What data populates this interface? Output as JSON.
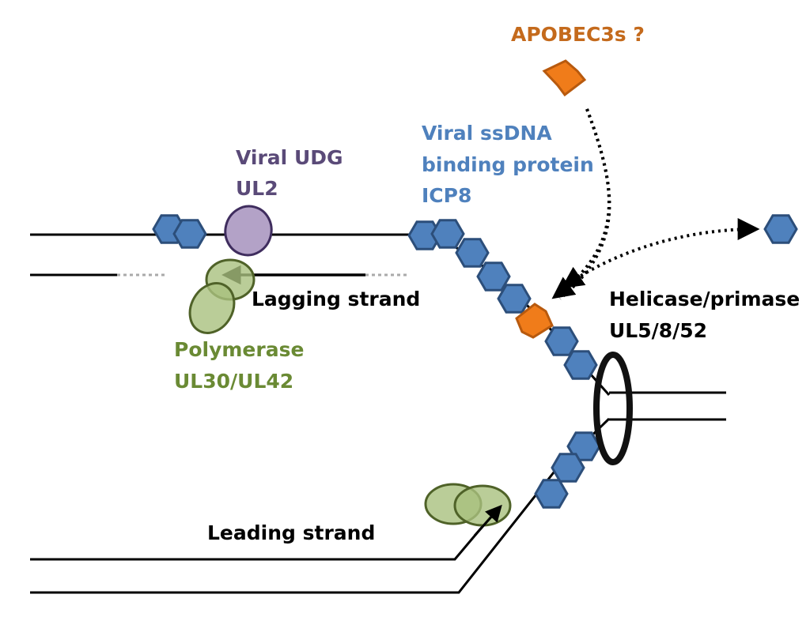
{
  "colors": {
    "strand": "#000000",
    "udg_fill": "#B3A2C7",
    "udg_stroke": "#3F2D5E",
    "udg_text": "#5A4A78",
    "polymerase_fill": "#A9C17E",
    "polymerase_stroke": "#4F6228",
    "polymerase_text": "#6A8A34",
    "ssb_fill": "#4F81BD",
    "ssb_stroke": "#2C4E7A",
    "ssb_text": "#4F81BD",
    "apobec_fill": "#F07C1A",
    "apobec_stroke": "#B85A0E",
    "apobec_text": "#C46A1C",
    "helicase_text": "#000000",
    "dotted_line": "#aaaaaa"
  },
  "labels": {
    "apobec": "APOBEC3s ?",
    "ssb_line1": "Viral ssDNA",
    "ssb_line2": "binding protein",
    "ssb_line3": "ICP8",
    "udg_line1": "Viral UDG",
    "udg_line2": "UL2",
    "lagging": "Lagging strand",
    "polymerase_line1": "Polymerase",
    "polymerase_line2": "UL30/UL42",
    "helicase_line1": "Helicase/primase",
    "helicase_line2": "UL5/8/52",
    "leading": "Leading strand"
  },
  "icons": {
    "ssb": "blue-hexagon-icon",
    "apobec": "orange-apobec-icon",
    "udg": "purple-ellipse-icon",
    "polymerase": "green-ellipse-icon",
    "helicase": "black-ring-icon"
  }
}
